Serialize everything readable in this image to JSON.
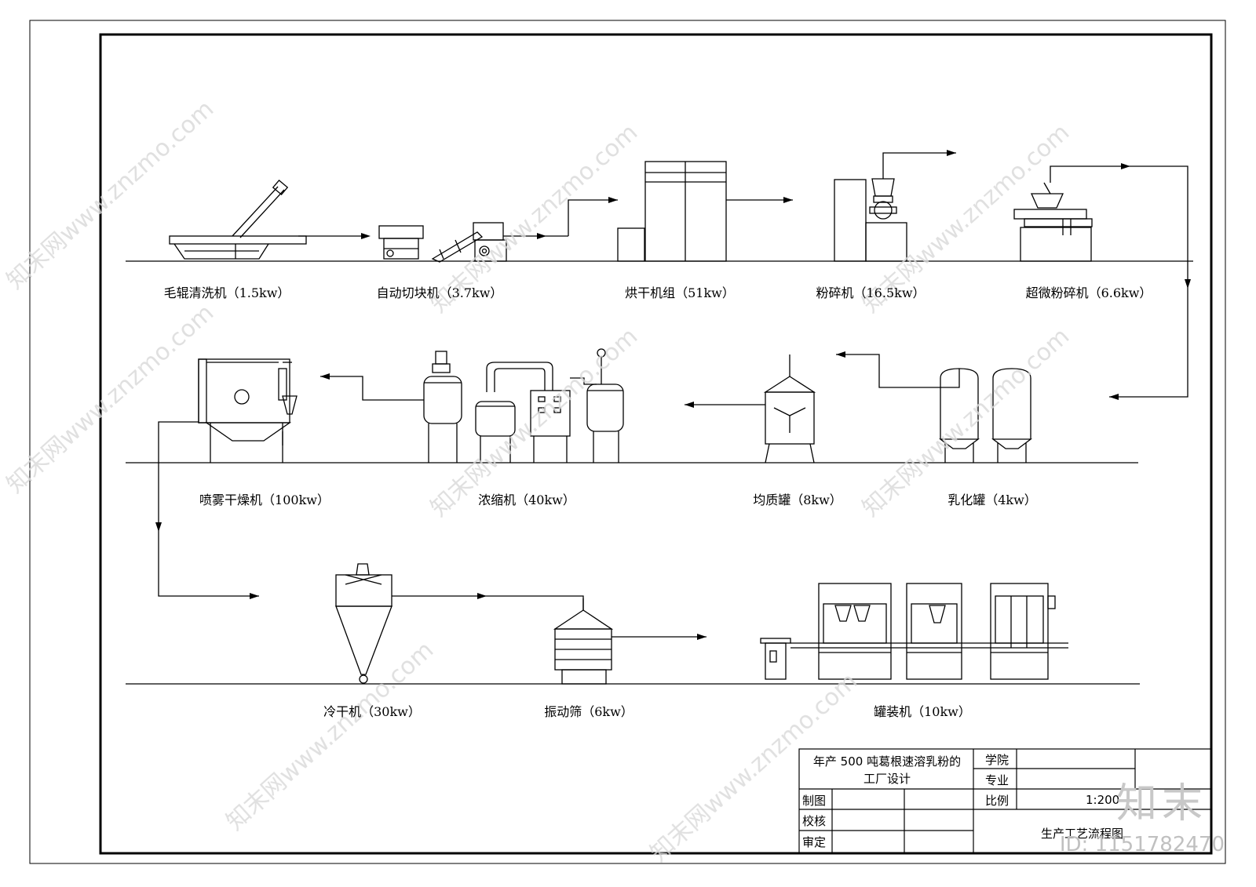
{
  "rows": [
    {
      "equipment": [
        {
          "name": "毛辊清洗机",
          "power": "（1.5kw）"
        },
        {
          "name": "自动切块机",
          "power": "（3.7kw）"
        },
        {
          "name": "烘干机组",
          "power": "（51kw）"
        },
        {
          "name": "粉碎机",
          "power": "（16.5kw）"
        },
        {
          "name": "超微粉碎机",
          "power": "（6.6kw）"
        }
      ]
    },
    {
      "equipment": [
        {
          "name": "喷雾干燥机",
          "power": "（100kw）"
        },
        {
          "name": "浓缩机",
          "power": "（40kw）"
        },
        {
          "name": "均质罐",
          "power": "（8kw）"
        },
        {
          "name": "乳化罐",
          "power": "（4kw）"
        }
      ]
    },
    {
      "equipment": [
        {
          "name": "冷干机",
          "power": "（30kw）"
        },
        {
          "name": "振动筛",
          "power": "（6kw）"
        },
        {
          "name": "罐装机",
          "power": "（10kw）"
        }
      ]
    }
  ],
  "title_block": {
    "project_title": "年产 500 吨葛根速溶乳粉的工厂设计",
    "school_label": "学院",
    "major_label": "专业",
    "scale_label": "比例",
    "scale_value": "1:200",
    "drawn_label": "制图",
    "checked_label": "校核",
    "approved_label": "审定",
    "drawing_name": "生产工艺流程图"
  },
  "watermark": {
    "logo": "知末",
    "id": "ID: 1151782470",
    "site": "知末网www.znzmo.com"
  }
}
